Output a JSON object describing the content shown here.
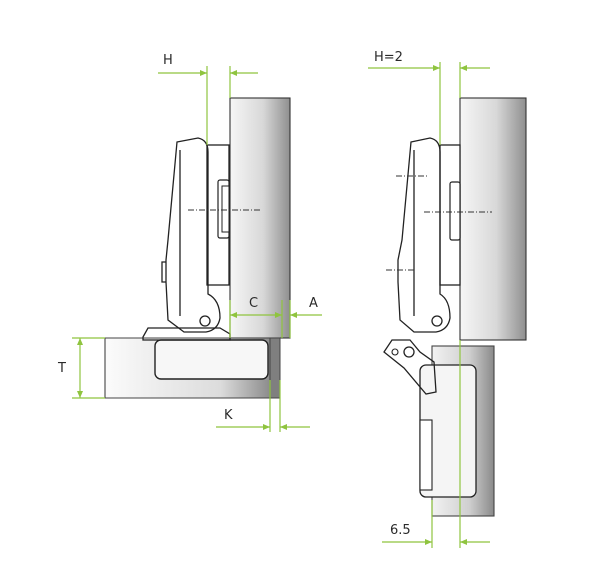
{
  "labels": {
    "h": "H",
    "h2": "H=2",
    "c": "C",
    "a": "A",
    "t": "T",
    "k": "K",
    "six_five": "6.5"
  },
  "colors": {
    "dimension": "#8fc43f",
    "outline": "#222222",
    "panel_light": "#f4f4f4",
    "panel_dark": "#9a9a9a"
  }
}
